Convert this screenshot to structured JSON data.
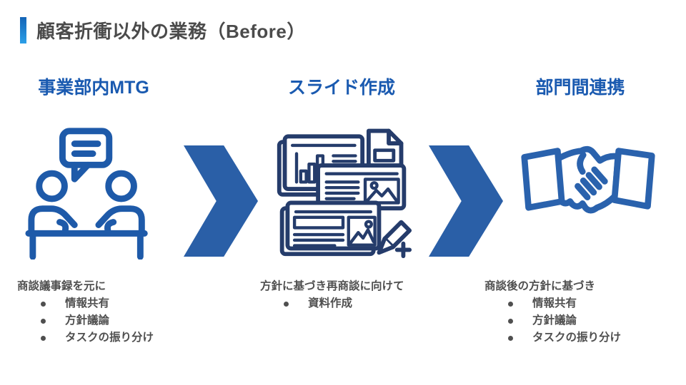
{
  "title": "顧客折衝以外の業務（Before）",
  "columns": [
    {
      "header": "事業部内MTG",
      "icon": "meeting-icon",
      "note_title": "商談議事録を元に",
      "bullets": [
        "情報共有",
        "方針議論",
        "タスクの振り分け"
      ]
    },
    {
      "header": "スライド作成",
      "icon": "slides-icon",
      "note_title": "方針に基づき再商談に向けて",
      "bullets": [
        "資料作成"
      ]
    },
    {
      "header": "部門間連携",
      "icon": "handshake-icon",
      "note_title": "商談後の方針に基づき",
      "bullets": [
        "情報共有",
        "方針議論",
        "タスクの振り分け"
      ]
    }
  ],
  "arrows": {
    "icon": "chevron-right-icon",
    "count": 2
  },
  "colors": {
    "header_blue": "#1a5ab0",
    "meeting_icon_blue": "#1e5aa9",
    "slides_icon_navy": "#253c6b",
    "handshake_icon_blue": "#2a62ad",
    "arrow_blue": "#2a5fa7",
    "title_gray": "#4b4b4b",
    "note_gray": "#4f4f4f",
    "accent_bar_top": "#1464b6",
    "accent_bar_bottom": "#2b9fe8"
  }
}
